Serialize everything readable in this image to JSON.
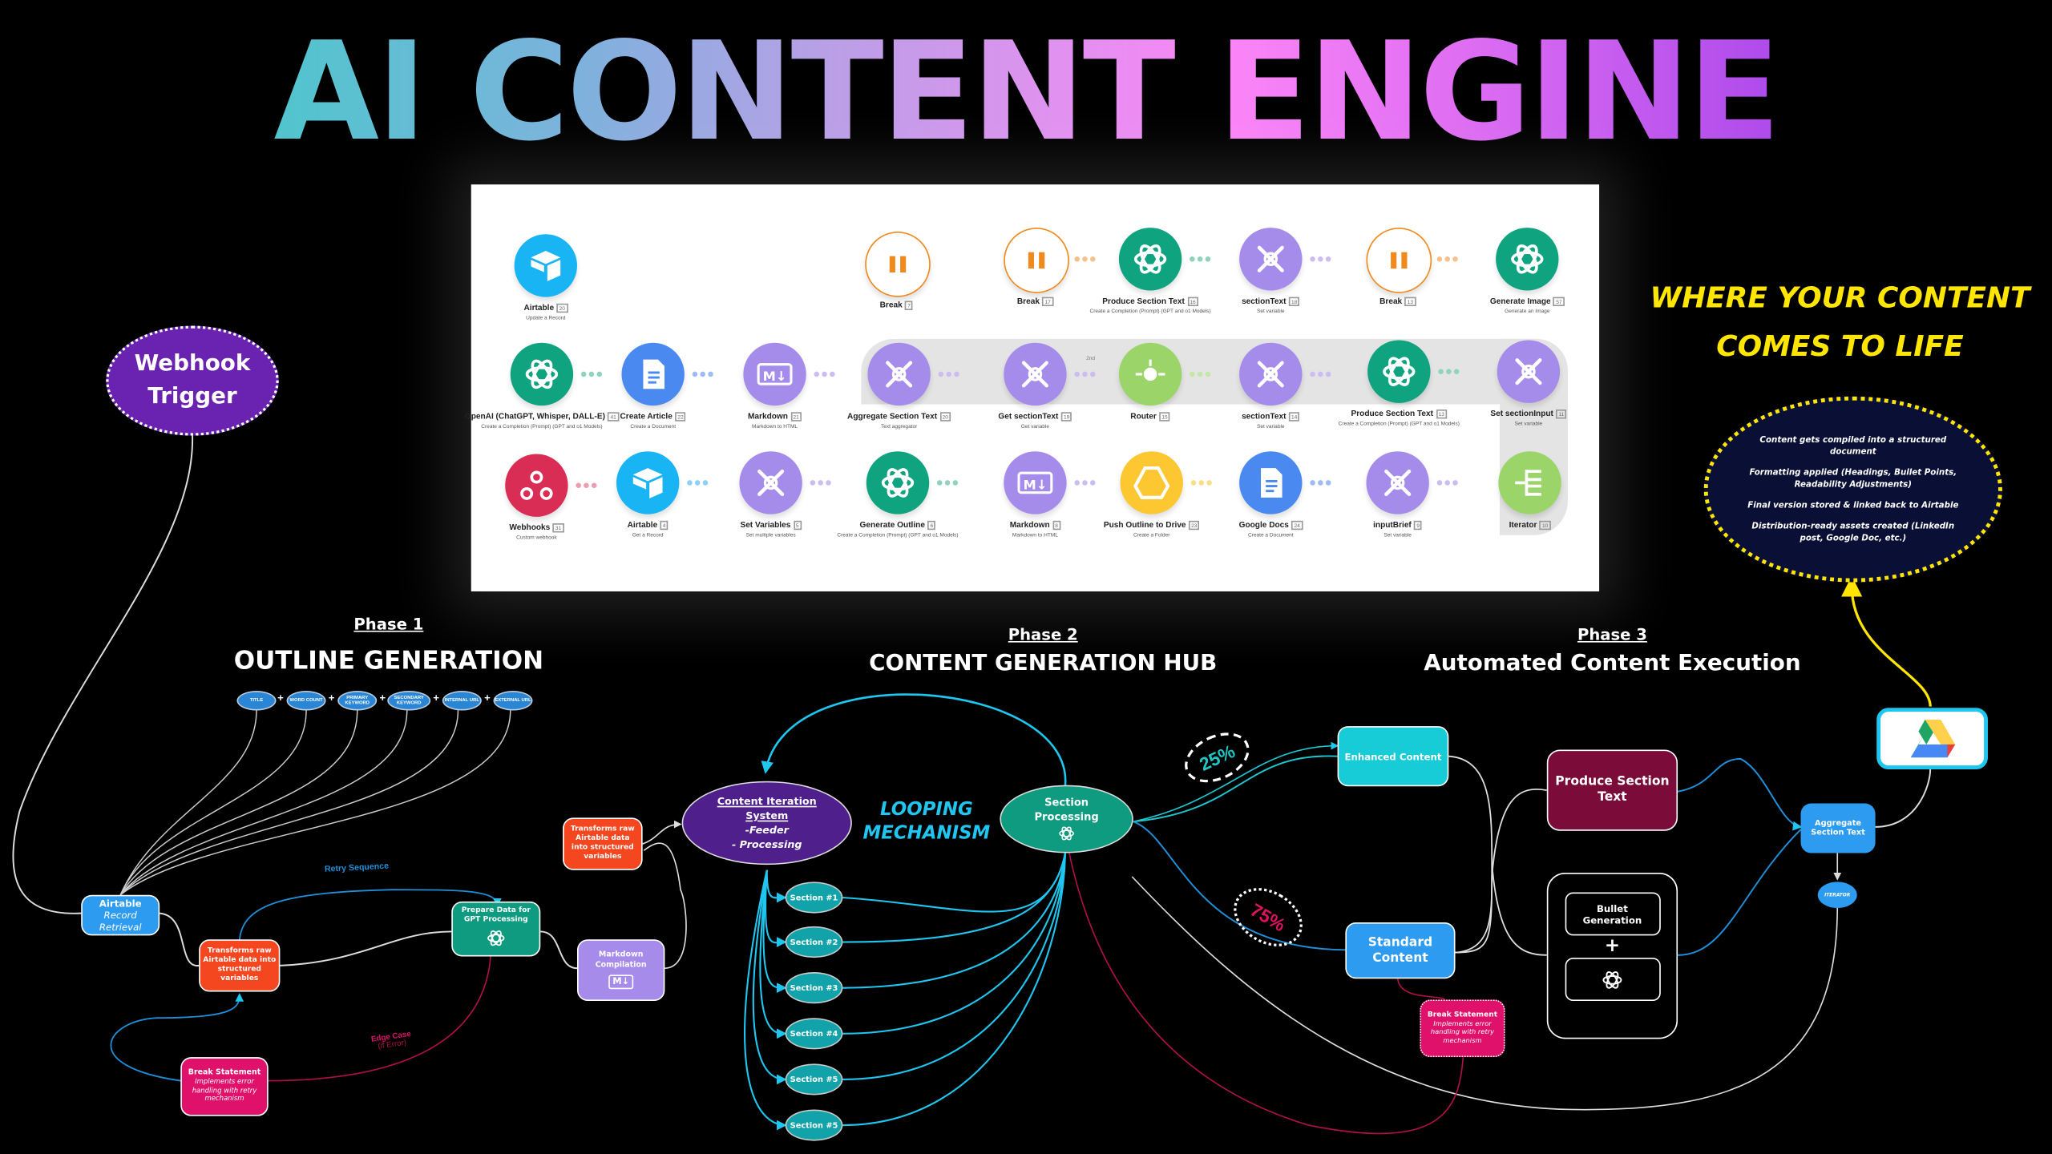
{
  "title": "AI CONTENT ENGINE",
  "tagline": {
    "line1": "WHERE YOUR CONTENT",
    "line2": "COMES TO LIFE"
  },
  "colors": {
    "background": "#000000",
    "title_gradient": [
      "#2ed6bf",
      "#7cb2dc",
      "#e291f0",
      "#fb85f7",
      "#9627e4"
    ],
    "tagline": "#ffe600",
    "webhook": "#6a22b0",
    "airtable": "#2d9bf0",
    "transform": "#f4461f",
    "prepare_gpt": "#0f9b7f",
    "markdown": "#a78bea",
    "break_statement": "#e0116a",
    "content_iteration": "#4f1f8c",
    "section_processing": "#0f9b7f",
    "section_ellipse": "#11a3a9",
    "enhanced": "#17ccd6",
    "standard": "#2d9bf0",
    "produce_section": "#7b0c3a",
    "aggregate": "#2d9bf0",
    "looping": "#1ec6f0",
    "pct25": "#1ec6c6",
    "pct75": "#e0115f"
  },
  "workflow_screenshot": {
    "nodes": [
      {
        "id": "airtable-update",
        "label": "Airtable",
        "index": "20",
        "sub": "Update a Record",
        "type": "airtable"
      },
      {
        "id": "openai-1",
        "label": "OpenAI (ChatGPT, Whisper, DALL-E)",
        "index": "41",
        "sub": "Create a Completion (Prompt) (GPT and o1 Models)",
        "type": "openai"
      },
      {
        "id": "create-article",
        "label": "Create Article",
        "index": "22",
        "sub": "Create a Document",
        "type": "gdocs"
      },
      {
        "id": "markdown-1",
        "label": "Markdown",
        "index": "21",
        "sub": "Markdown to HTML",
        "type": "markdown"
      },
      {
        "id": "break-7",
        "label": "Break",
        "index": "7",
        "sub": "",
        "type": "break"
      },
      {
        "id": "aggregate",
        "label": "Aggregate Section Text",
        "index": "20",
        "sub": "Text aggregator",
        "type": "tools"
      },
      {
        "id": "break-17",
        "label": "Break",
        "index": "17",
        "sub": "",
        "type": "break"
      },
      {
        "id": "get-section",
        "label": "Get sectionText",
        "index": "19",
        "sub": "Get variable",
        "type": "tools"
      },
      {
        "id": "produce-16",
        "label": "Produce Section Text",
        "index": "16",
        "sub": "Create a Completion (Prompt) (GPT and o1 Models)",
        "type": "openai"
      },
      {
        "id": "router",
        "label": "Router",
        "index": "15",
        "sub": "",
        "type": "router"
      },
      {
        "id": "sectiontext-18",
        "label": "sectionText",
        "index": "18",
        "sub": "Set variable",
        "type": "tools"
      },
      {
        "id": "sectiontext-14",
        "label": "sectionText",
        "index": "14",
        "sub": "Set variable",
        "type": "tools"
      },
      {
        "id": "break-13",
        "label": "Break",
        "index": "13",
        "sub": "",
        "type": "break"
      },
      {
        "id": "produce-13",
        "label": "Produce Section Text",
        "index": "13",
        "sub": "Create a Completion (Prompt) (GPT and o1 Models)",
        "type": "openai"
      },
      {
        "id": "generate-image",
        "label": "Generate Image",
        "index": "57",
        "sub": "Generate an Image",
        "type": "openai"
      },
      {
        "id": "set-section-input",
        "label": "Set sectionInput",
        "index": "11",
        "sub": "Set variable",
        "type": "tools"
      },
      {
        "id": "webhooks",
        "label": "Webhooks",
        "index": "31",
        "sub": "Custom webhook",
        "type": "webhook"
      },
      {
        "id": "airtable-get",
        "label": "Airtable",
        "index": "4",
        "sub": "Get a Record",
        "type": "airtable"
      },
      {
        "id": "set-variables",
        "label": "Set Variables",
        "index": "5",
        "sub": "Set multiple variables",
        "type": "tools"
      },
      {
        "id": "generate-outline",
        "label": "Generate Outline",
        "index": "6",
        "sub": "Create a Completion (Prompt) (GPT and o1 Models)",
        "type": "openai"
      },
      {
        "id": "markdown-8",
        "label": "Markdown",
        "index": "8",
        "sub": "Markdown to HTML",
        "type": "markdown"
      },
      {
        "id": "push-outline",
        "label": "Push Outline to Drive",
        "index": "23",
        "sub": "Create a Folder",
        "type": "gdrive"
      },
      {
        "id": "google-docs",
        "label": "Google Docs",
        "index": "24",
        "sub": "Create a Document",
        "type": "gdocs"
      },
      {
        "id": "input-brief",
        "label": "inputBrief",
        "index": "9",
        "sub": "Set variable",
        "type": "tools"
      },
      {
        "id": "iterator",
        "label": "Iterator",
        "index": "10",
        "sub": "",
        "type": "iterator"
      }
    ],
    "router_route_label": "2nd"
  },
  "phase1": {
    "label": "Phase 1",
    "title": "OUTLINE GENERATION",
    "inputs": [
      "TITLE",
      "WORD COUNT",
      "PRIMARY KEYWORD",
      "SECONDARY KEYWORD",
      "INTERNAL URL",
      "EXTERNAL URL"
    ],
    "webhook": {
      "line1": "Webhook",
      "line2": "Trigger"
    },
    "airtable": {
      "title": "Airtable",
      "subtitle": "Record Retrieval"
    },
    "transform": "Transforms raw Airtable data into structured variables",
    "prepare": "Prepare Data for GPT Processing",
    "markdown": "Markdown Compilation",
    "retry_label": "Retry Sequence",
    "edge_case": {
      "line1": "Edge Case",
      "line2": "(if Error)"
    },
    "break": {
      "title": "Break Statement",
      "desc": "Implements error handling with retry mechanism"
    }
  },
  "phase2": {
    "label": "Phase 2",
    "title": "CONTENT GENERATION HUB",
    "transform": "Transforms raw Airtable data into structured variables",
    "iteration": {
      "line1": "Content Iteration",
      "line2": "System",
      "line3": "-Feeder",
      "line4": "- Processing"
    },
    "looping": {
      "line1": "LOOPING",
      "line2": "MECHANISM"
    },
    "section_processing": {
      "line1": "Section",
      "line2": "Processing"
    },
    "sections": [
      "Section #1",
      "Section #2",
      "Section #3",
      "Section #4",
      "Section #5",
      "Section #5"
    ]
  },
  "phase3": {
    "label": "Phase 3",
    "title": "Automated Content Execution",
    "pct_enhanced": "25%",
    "pct_standard": "75%",
    "enhanced": "Enhanced Content",
    "standard": {
      "line1": "Standard",
      "line2": "Content"
    },
    "produce": {
      "line1": "Produce Section",
      "line2": "Text"
    },
    "bullet": {
      "line1": "Bullet",
      "line2": "Generation"
    },
    "plus": "+",
    "break": {
      "title": "Break Statement",
      "desc": "Implements error handling with retry mechanism"
    },
    "aggregate": {
      "line1": "Aggregate",
      "line2": "Section Text"
    },
    "iterator": "ITERATOR"
  },
  "output_bubble": {
    "items": [
      "Content gets compiled into a structured document",
      "Formatting applied (Headings, Bullet Points, Readability Adjustments)",
      "Final version stored & linked back to Airtable",
      "Distribution-ready assets created (LinkedIn post, Google Doc, etc.)"
    ]
  }
}
